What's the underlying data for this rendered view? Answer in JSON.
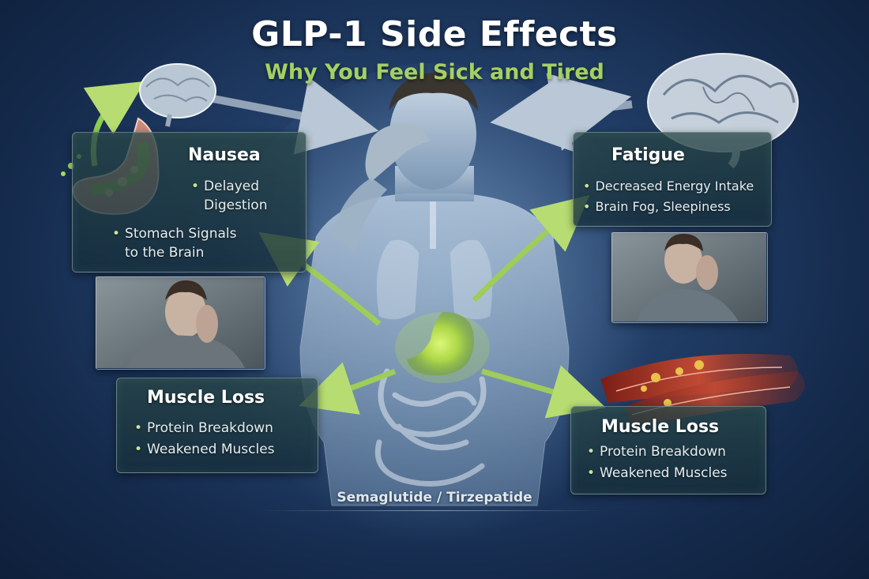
{
  "header": {
    "title": "GLP-1 Side Effects",
    "subtitle": "Why You Feel Sick and Tired"
  },
  "panels": {
    "nausea": {
      "title": "Nausea",
      "bullets": [
        "Delayed",
        "Digestion",
        "Stomach Signals",
        "to the Brain"
      ]
    },
    "fatigue": {
      "title": "Fatigue",
      "bullets": [
        "Decreased Energy Intake",
        "Brain Fog, Sleepiness"
      ]
    },
    "muscle_left": {
      "title": "Muscle Loss",
      "bullets": [
        "Protein Breakdown",
        "Weakened Muscles"
      ]
    },
    "muscle_right": {
      "title": "Muscle Loss",
      "bullets": [
        "Protein Breakdown",
        "Weakened Muscles"
      ]
    }
  },
  "footer": {
    "label": "Semaglutide / Tirzepatide"
  },
  "colors": {
    "accent_green": "#a4d064",
    "background": "#1c355c",
    "stomach_glow": "#b6e04a",
    "muscle_red": "#b03a2a"
  },
  "icons": [
    "brain-icon",
    "stomach-icon",
    "muscle-fiber-icon",
    "arrow-icon"
  ]
}
